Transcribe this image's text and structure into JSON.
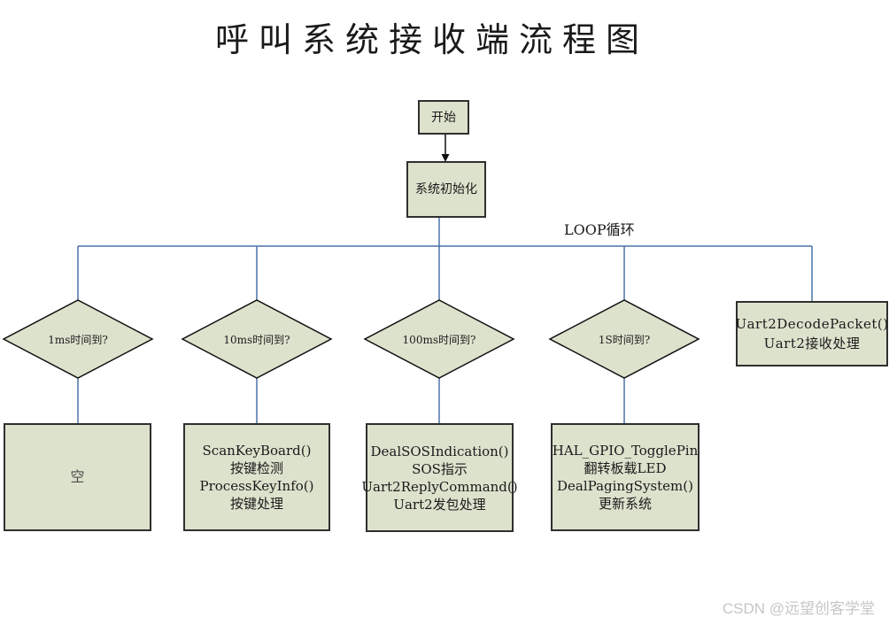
{
  "title": "呼叫系统接收端流程图",
  "loop_label": "LOOP循环",
  "nodes": {
    "start": {
      "label": "开始"
    },
    "init": {
      "label": "系统初始化"
    },
    "decisions": [
      {
        "label": "1ms时间到?"
      },
      {
        "label": "10ms时间到?"
      },
      {
        "label": "100ms时间到?"
      },
      {
        "label": "1S时间到?"
      }
    ],
    "uart_box": {
      "lines": [
        "Uart2DecodePacket()",
        "Uart2接收处理"
      ]
    },
    "actions": [
      {
        "lines": [
          "空"
        ]
      },
      {
        "lines": [
          "ScanKeyBoard()",
          "按键检测",
          "ProcessKeyInfo()",
          "按键处理"
        ]
      },
      {
        "lines": [
          "DealSOSIndication()",
          "SOS指示",
          "Uart2ReplyCommand()",
          "Uart2发包处理"
        ]
      },
      {
        "lines": [
          "HAL_GPIO_TogglePin",
          "翻转板载LED",
          "DealPagingSystem()",
          "更新系统"
        ]
      }
    ]
  },
  "watermark": "CSDN @远望创客学堂",
  "colors": {
    "connector": "#4a72a8",
    "node_fill": "#dde2cd",
    "node_border": "#2f2f2f",
    "watermark": "#c6c6c6"
  }
}
